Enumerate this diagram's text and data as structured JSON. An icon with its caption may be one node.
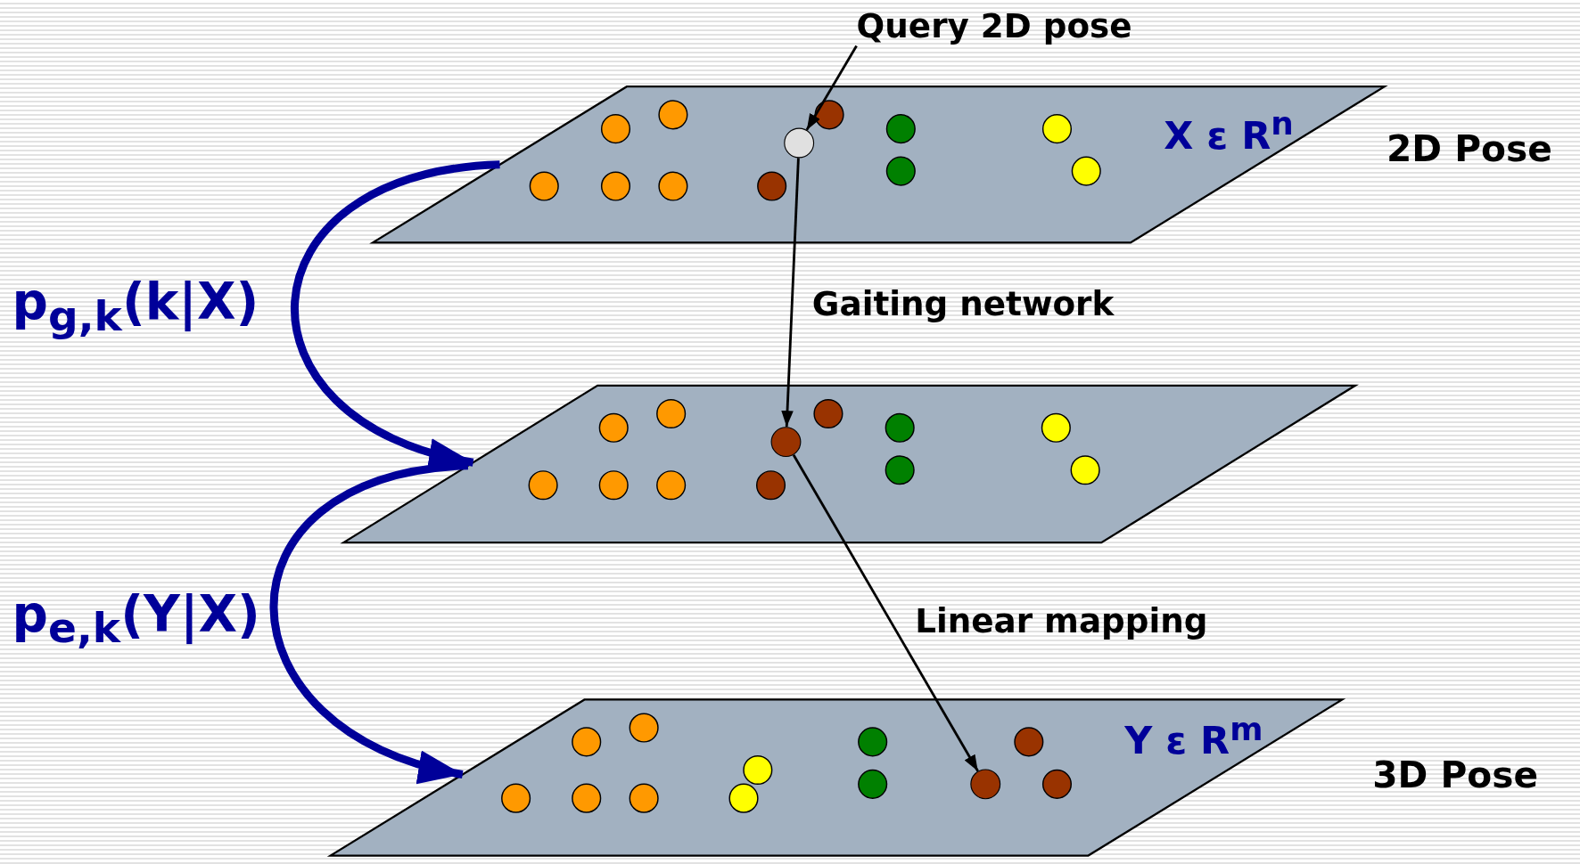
{
  "diagram": {
    "nodes": [
      {
        "text": [
          "Query 2D pose"
        ]
      },
      {
        "text": [
          "X ε R$^{n}$"
        ],
        "beside": [
          "2D Pose"
        ]
      },
      {
        "text": [],
        "shape": "circle",
        "in": 1
      },
      {
        "text": [],
        "shape": "parallelogram"
      },
      {
        "text": [],
        "shape": "circle",
        "in": 3
      },
      {
        "text": [
          "Y ε R$^{m}$"
        ],
        "beside": [
          "3D Pose"
        ]
      },
      {
        "text": [],
        "shape": "circle",
        "in": 5
      }
    ],
    "edges": [
      {
        "from": 0,
        "to": 2,
        "arrow": "to"
      },
      {
        "from": 2,
        "to": 4,
        "arrow": "to",
        "label": "Gaiting network"
      },
      {
        "from": 4,
        "to": 6,
        "arrow": "to",
        "label": "Linear mapping"
      },
      {
        "from": 1,
        "to": 3,
        "arrow": "to",
        "label": "p$_{g,k}$(k|X)",
        "style": "thick",
        "color": "#000099"
      },
      {
        "from": 3,
        "to": 5,
        "arrow": "to",
        "label": "p$_{e,k}$(Y|X)",
        "style": "thick",
        "color": "#000099"
      }
    ]
  }
}
